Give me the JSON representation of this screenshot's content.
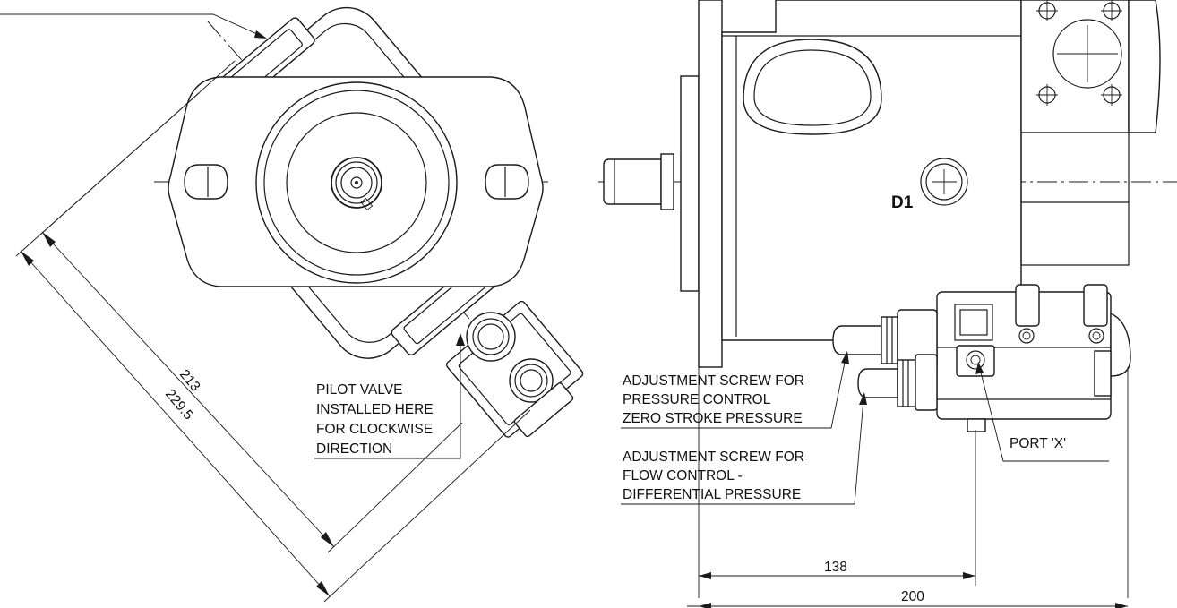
{
  "front_view": {
    "dimensions": {
      "inner": "213",
      "outer": "229.5"
    },
    "pilot_note": [
      "PILOT VALVE",
      "INSTALLED HERE",
      "FOR CLOCKWISE",
      "DIRECTION"
    ]
  },
  "side_view": {
    "port_d1": "D1",
    "port_x": "PORT 'X'",
    "pressure_note": [
      "ADJUSTMENT SCREW FOR",
      "PRESSURE CONTROL",
      "ZERO STROKE PRESSURE"
    ],
    "flow_note": [
      "ADJUSTMENT SCREW FOR",
      "FLOW CONTROL -",
      "DIFFERENTIAL PRESSURE"
    ],
    "dimensions": {
      "short": "138",
      "long": "200"
    }
  }
}
